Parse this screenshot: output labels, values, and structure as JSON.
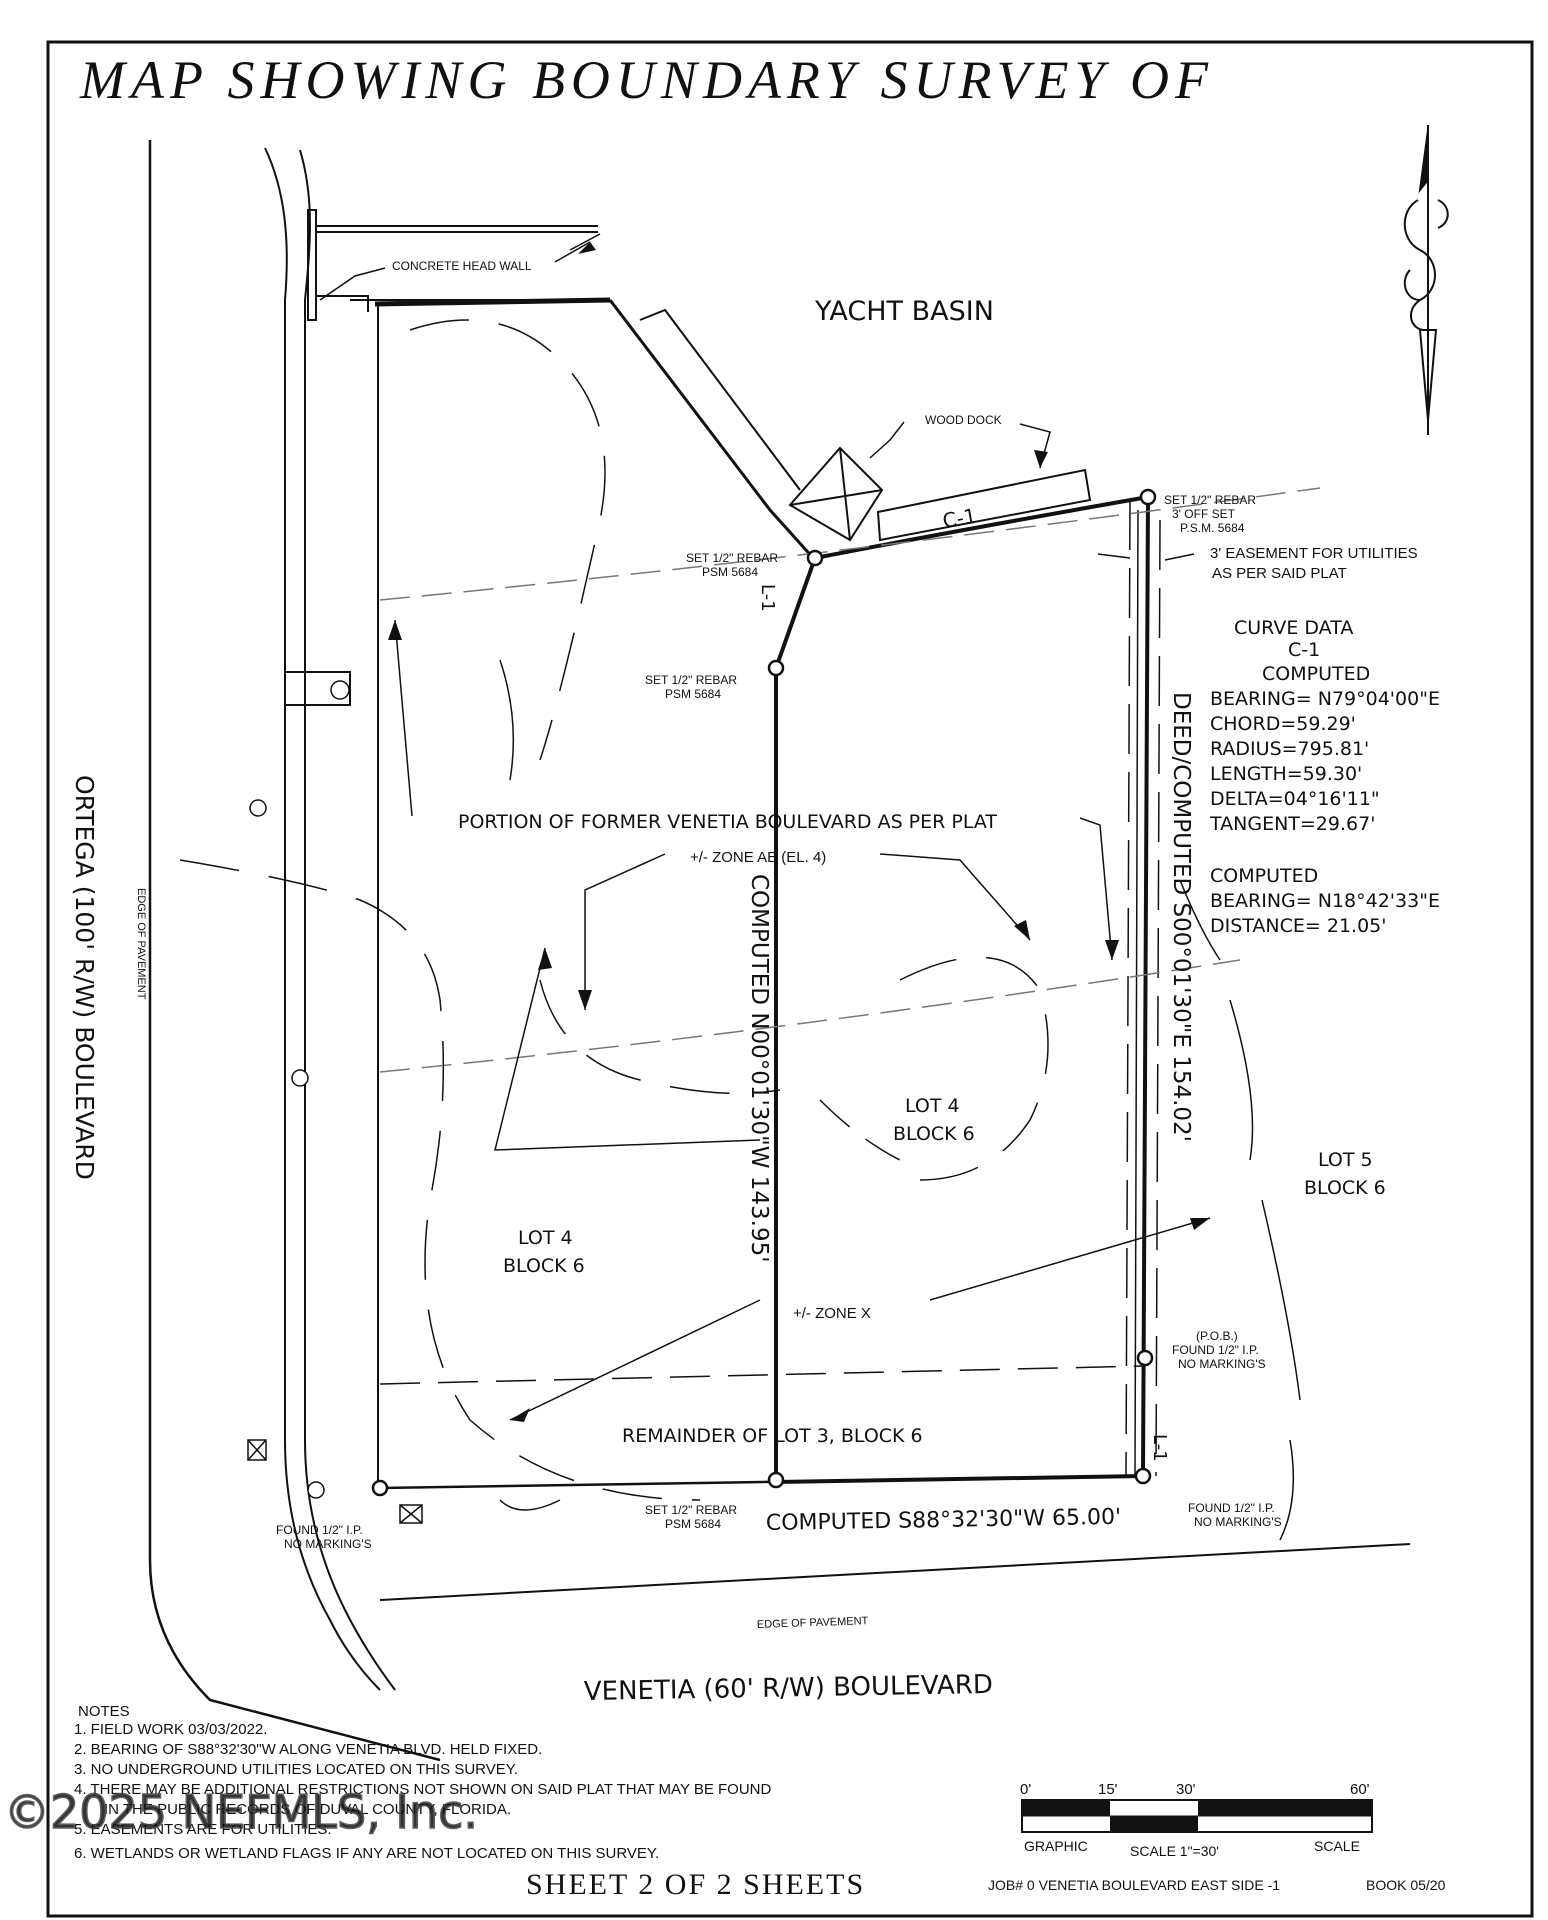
{
  "title": "MAP SHOWING BOUNDARY SURVEY OF",
  "labels": {
    "concrete_head_wall": "CONCRETE HEAD WALL",
    "yacht_basin": "YACHT BASIN",
    "wood_dock": "WOOD DOCK",
    "c1": "C-1",
    "l1": "L-1",
    "rebar_top_right_1": "SET 1/2\" REBAR",
    "rebar_top_right_2": "3' OFF SET",
    "rebar_top_right_3": "P.S.M. 5684",
    "easement_1": "3' EASEMENT FOR UTILITIES",
    "easement_2": "AS PER SAID PLAT",
    "rebar_a_1": "SET 1/2\" REBAR",
    "rebar_a_2": "PSM 5684",
    "rebar_b_1": "SET 1/2\" REBAR",
    "rebar_b_2": "PSM 5684",
    "rebar_c_1": "SET 1/2\" REBAR",
    "rebar_c_2": "PSM 5684",
    "curve_data": [
      "CURVE DATA",
      "C-1",
      "COMPUTED",
      "BEARING= N79°04'00\"E",
      "CHORD=59.29'",
      "RADIUS=795.81'",
      "LENGTH=59.30'",
      "DELTA=04°16'11\"",
      "TANGENT=29.67'"
    ],
    "line_data": [
      "COMPUTED",
      "BEARING= N18°42'33\"E",
      "DISTANCE= 21.05'"
    ],
    "former_venetia": "PORTION OF FORMER VENETIA BOULEVARD AS PER PLAT",
    "zone_ae": "+/- ZONE AE (EL. 4)",
    "zone_x": "+/- ZONE X",
    "west_line": "COMPUTED N00°01'30\"W 143.95'",
    "east_line": "DEED/COMPUTED S00°01'30\"E 154.02'",
    "south_line": "COMPUTED S88°32'30\"W 65.00'",
    "lot4_center_1": "LOT 4",
    "lot4_center_2": "BLOCK 6",
    "lot4_left_1": "LOT 4",
    "lot4_left_2": "BLOCK 6",
    "lot5_1": "LOT 5",
    "lot5_2": "BLOCK 6",
    "remainder": "REMAINDER OF LOT 3, BLOCK 6",
    "pob_1": "(P.O.B.)",
    "pob_2": "FOUND 1/2\" I.P.",
    "pob_3": "NO MARKING'S",
    "found_right_1": "FOUND 1/2\" I.P.",
    "found_right_2": "NO MARKING'S",
    "found_left_1": "FOUND 1/2\" I.P.",
    "found_left_2": "NO MARKING'S",
    "ortega": "ORTEGA (100' R/W) BOULEVARD",
    "edge_vertical": "EDGE OF PAVEMENT",
    "edge_horizontal": "EDGE OF PAVEMENT",
    "venetia": "VENETIA (60' R/W) BOULEVARD"
  },
  "notes": {
    "heading": "NOTES",
    "items": [
      "1. FIELD WORK 03/03/2022.",
      "2. BEARING OF S88°32'30\"W ALONG VENETIA BLVD. HELD FIXED.",
      "3. NO UNDERGROUND UTILITIES LOCATED ON THIS SURVEY.",
      "4. THERE MAY BE ADDITIONAL RESTRICTIONS NOT SHOWN ON SAID PLAT THAT MAY BE FOUND",
      "IN THE PUBLIC RECORDS OF DUVAL COUNTY, FLORIDA.",
      "5. EASEMENTS ARE FOR UTILITIES.",
      "6. WETLANDS OR WETLAND FLAGS IF ANY ARE NOT LOCATED ON THIS SURVEY."
    ]
  },
  "scale": {
    "ticks": [
      "0'",
      "15'",
      "30'",
      "60'"
    ],
    "graphic": "GRAPHIC",
    "scale_text": "SCALE 1\"=30'",
    "scale_word": "SCALE"
  },
  "footer": {
    "sheet": "SHEET 2 OF 2 SHEETS",
    "job": "JOB# 0 VENETIA BOULEVARD EAST SIDE -1",
    "book": "BOOK 05/20"
  },
  "watermark": "©2025 NEFMLS, Inc."
}
